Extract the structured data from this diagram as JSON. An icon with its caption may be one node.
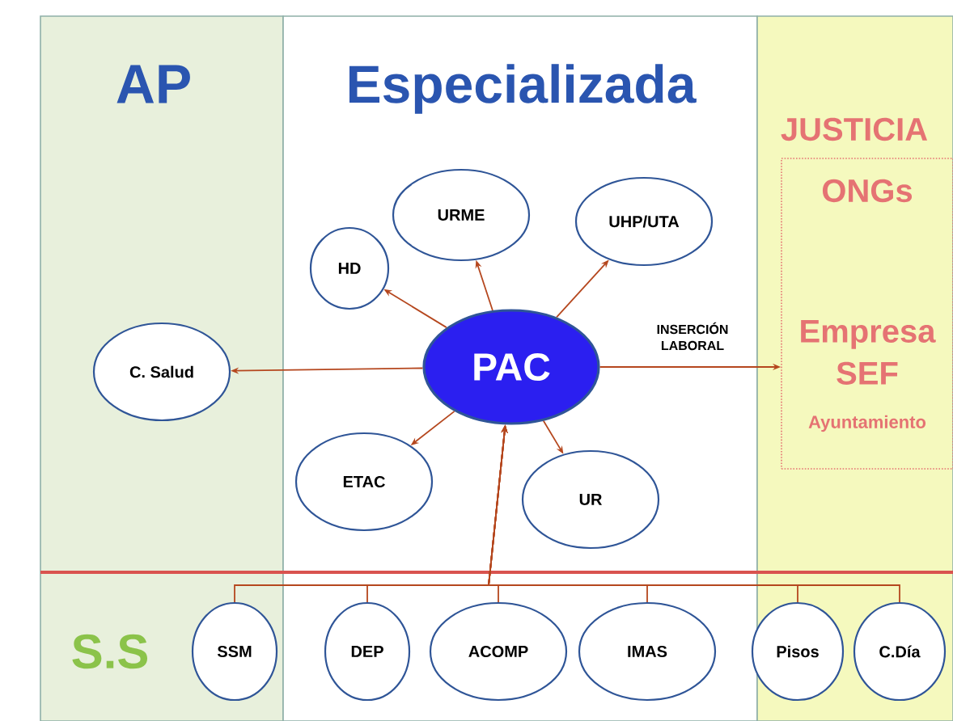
{
  "diagram": {
    "nodes": [
      {
        "text": [
          "AP"
        ]
      },
      {
        "text": [
          "Especializada"
        ]
      },
      {
        "text": [
          "JUSTICIA"
        ]
      },
      {
        "text": [
          "ONGs",
          "Empresa SEF",
          "Ayuntamiento"
        ],
        "in": 2
      },
      {
        "text": [
          "URME"
        ],
        "in": 1
      },
      {
        "text": [
          "UHP/UTA"
        ],
        "in": 1
      },
      {
        "text": [
          "HD"
        ],
        "in": 1
      },
      {
        "text": [
          "C. Salud"
        ],
        "in": 0
      },
      {
        "text": [
          "PAC"
        ],
        "in": 1
      },
      {
        "text": [
          "ETAC"
        ],
        "in": 1
      },
      {
        "text": [
          "UR"
        ],
        "in": 1
      },
      {
        "text": [
          "SSM"
        ],
        "in": 0
      },
      {
        "text": [
          "DEP"
        ],
        "in": 1
      },
      {
        "text": [
          "ACOMP"
        ],
        "in": 1
      },
      {
        "text": [
          "IMAS"
        ],
        "in": 1
      },
      {
        "text": [
          "Pisos"
        ],
        "in": 2
      },
      {
        "text": [
          "C.Día"
        ],
        "in": 2
      }
    ],
    "edges": [
      {
        "from": 8,
        "to": 6,
        "arrow": "to"
      },
      {
        "from": 8,
        "to": 4,
        "arrow": "to"
      },
      {
        "from": 8,
        "to": 5,
        "arrow": "to"
      },
      {
        "from": 8,
        "to": 7,
        "arrow": "to"
      },
      {
        "from": 8,
        "to": 3,
        "arrow": "to",
        "label": "INSERCIÓN LABORAL"
      },
      {
        "from": 8,
        "to": 9,
        "arrow": "to"
      },
      {
        "from": 8,
        "to": 10,
        "arrow": "to"
      },
      {
        "from": 11,
        "to": 8,
        "arrow": "to"
      },
      {
        "from": 12,
        "to": 8,
        "arrow": "to"
      },
      {
        "from": 13,
        "to": 8,
        "arrow": "to"
      },
      {
        "from": 14,
        "to": 8,
        "arrow": "to"
      },
      {
        "from": 15,
        "to": 8,
        "arrow": "to"
      },
      {
        "from": 16,
        "to": 8,
        "arrow": "to"
      }
    ],
    "labels": [
      "S.S"
    ]
  }
}
